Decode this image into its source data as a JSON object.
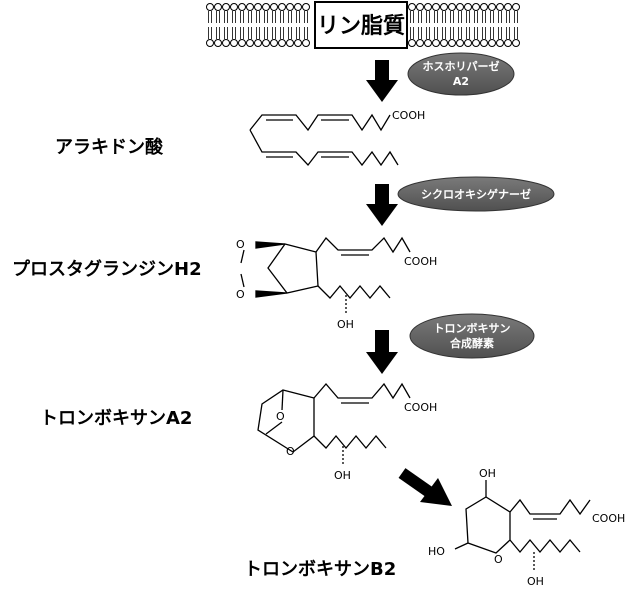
{
  "membrane": {
    "label": "リン脂質"
  },
  "compounds": {
    "arachidonic": {
      "name": "アラキドン酸",
      "cooh": "COOH"
    },
    "pgh2": {
      "name": "プロスタグランジンH2",
      "cooh": "COOH",
      "oh": "OH"
    },
    "txa2": {
      "name": "トロンボキサンA2",
      "cooh": "COOH",
      "oh": "OH"
    },
    "txb2": {
      "name": "トロンボキサンB2",
      "cooh": "COOH",
      "oh_top": "OH",
      "oh_left": "HO",
      "oh_bottom": "OH"
    }
  },
  "enzymes": {
    "pla2": {
      "line1": "ホスホリパーゼ",
      "line2": "A2"
    },
    "cox": {
      "line1": "シクロオキシゲナーゼ"
    },
    "txs": {
      "line1": "トロンボキサン",
      "line2": "合成酵素"
    }
  }
}
